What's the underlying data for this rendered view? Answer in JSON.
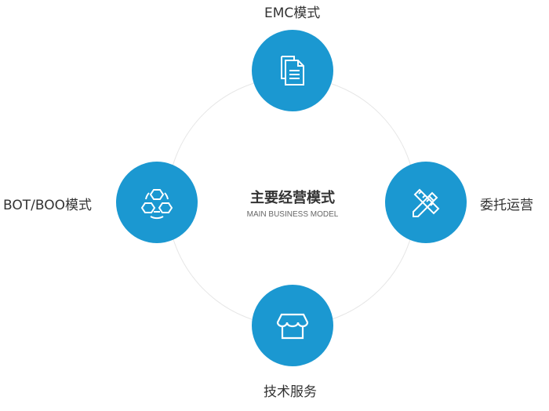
{
  "center": {
    "title": "主要经营模式",
    "subtitle": "MAIN BUSINESS MODEL"
  },
  "nodes": {
    "top": {
      "label": "EMC模式",
      "icon": "document-icon"
    },
    "left": {
      "label": "BOT/BOO模式",
      "icon": "hexagon-network-icon"
    },
    "right": {
      "label": "委托运营",
      "icon": "ruler-pencil-icon"
    },
    "bottom": {
      "label": "技术服务",
      "icon": "storefront-icon"
    }
  },
  "colors": {
    "accent": "#1b98d1",
    "ring": "#e6e6e6"
  }
}
